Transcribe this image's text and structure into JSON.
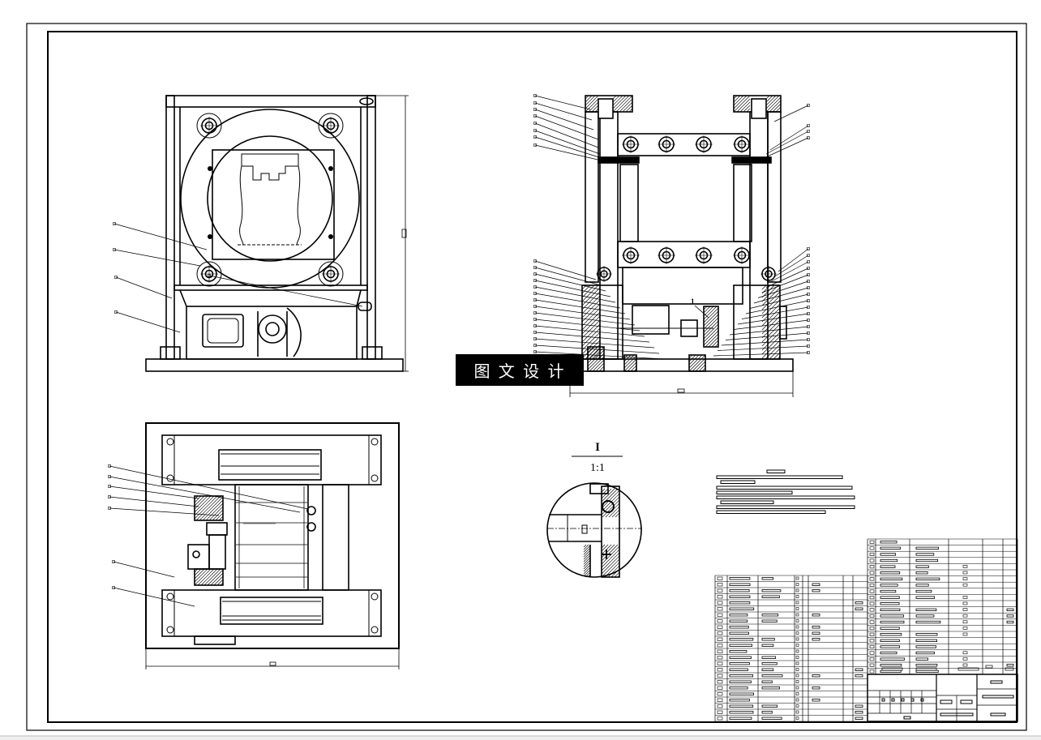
{
  "watermark": {
    "text": "图 文 设 计",
    "bg_color": "#000000",
    "text_color": "#ffffff"
  },
  "detail_view": {
    "label": "I",
    "scale": "1:1"
  },
  "part_marker": "1",
  "colors": {
    "line": "#000000",
    "background": "#ffffff",
    "statusbar": "#f0f0f0"
  }
}
